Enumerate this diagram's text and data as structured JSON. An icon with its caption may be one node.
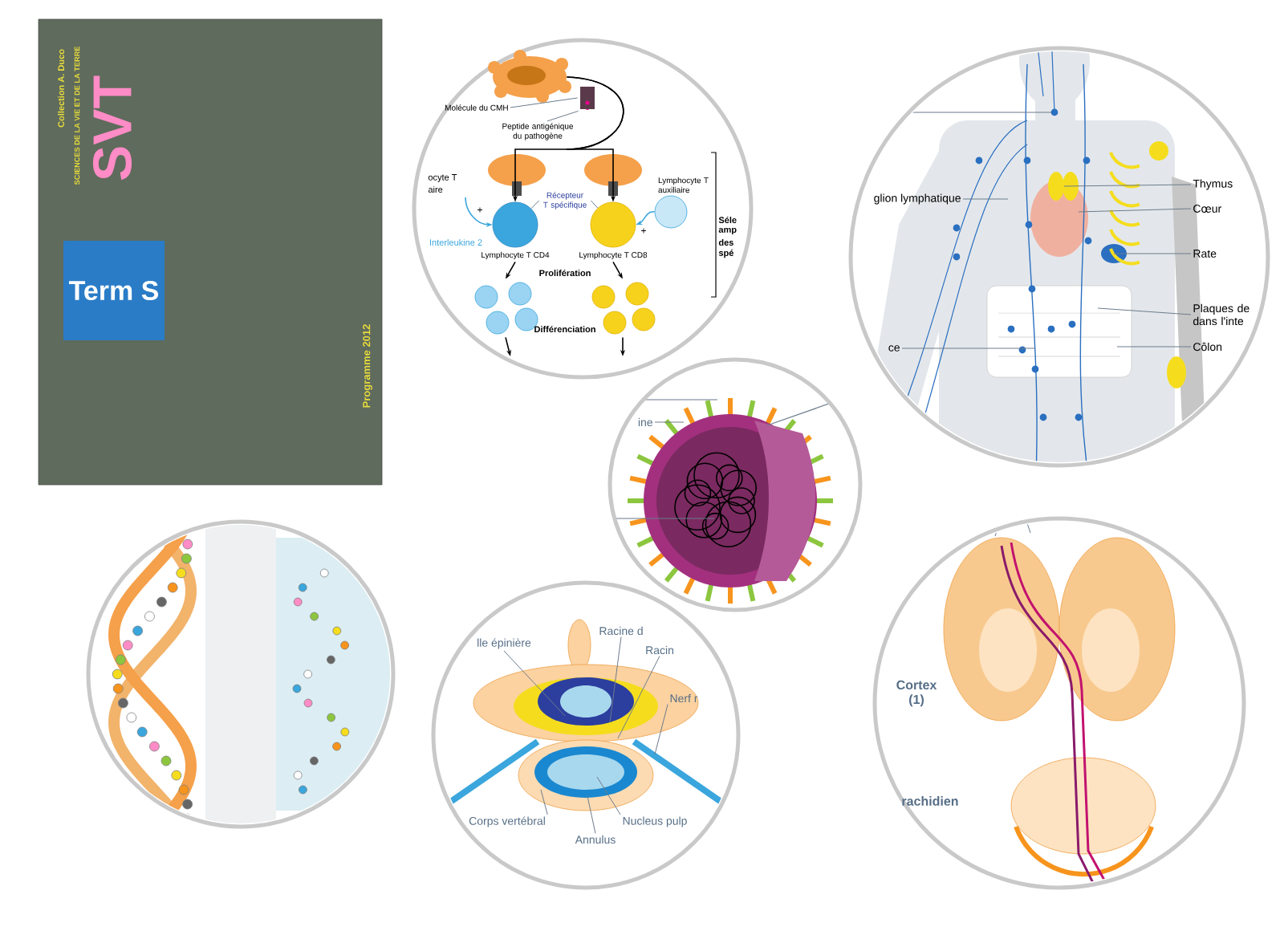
{
  "diagram": {
    "nodes": [
      {
        "text": [
          "Collection A. Duco",
          "SCIENCES DE LA VIE ET DE LA TERRE",
          "SVT",
          "Programme 2012"
        ]
      },
      {
        "text": [
          "Term S"
        ],
        "in": 0
      },
      {
        "text": [],
        "shape": "circle"
      },
      {
        "text": [],
        "shape": "picture",
        "in": 2
      },
      {
        "text": [
          "Molécule du CMH"
        ],
        "in": 2
      },
      {
        "text": [
          "Peptide antigénique du pathogène"
        ],
        "in": 2
      },
      {
        "text": [
          "Récepteur T spécifique"
        ],
        "in": 2
      },
      {
        "text": [],
        "shape": "circle",
        "in": 2,
        "beside": [
          "Lymphocyte T CD4"
        ]
      },
      {
        "text": [],
        "shape": "circle",
        "in": 2,
        "beside": [
          "Lymphocyte T CD8"
        ]
      },
      {
        "text": [],
        "shape": "circle",
        "in": 2,
        "beside": [
          "Lymphocyte T auxiliaire"
        ]
      },
      {
        "text": [],
        "shape": "picture",
        "in": 2
      },
      {
        "text": [],
        "shape": "picture",
        "in": 2
      },
      {
        "text": [],
        "shape": "circle"
      },
      {
        "text": [
          "Thymus"
        ],
        "in": 12
      },
      {
        "text": [
          "Cœur"
        ],
        "in": 12
      },
      {
        "text": [
          "Rate"
        ],
        "in": 12
      },
      {
        "text": [
          "Plaques de dans l'inte"
        ],
        "in": 12
      },
      {
        "text": [
          "Côlon"
        ],
        "in": 12
      },
      {
        "text": [
          "glion lymphatique"
        ],
        "in": 12
      },
      {
        "text": [
          "ce"
        ],
        "in": 12
      },
      {
        "text": [],
        "shape": "circle"
      },
      {
        "text": [
          "ine"
        ],
        "in": 20
      },
      {
        "text": [],
        "shape": "circle"
      },
      {
        "text": [],
        "shape": "circle"
      },
      {
        "text": [
          "lle épinière"
        ],
        "in": 23
      },
      {
        "text": [
          "Racine d"
        ],
        "in": 23
      },
      {
        "text": [
          "Racin"
        ],
        "in": 23
      },
      {
        "text": [
          "Nerf r"
        ],
        "in": 23
      },
      {
        "text": [
          "Corps vertébral"
        ],
        "in": 23
      },
      {
        "text": [
          "Annulus"
        ],
        "in": 23
      },
      {
        "text": [
          "Nucleus pulp"
        ],
        "in": 23
      },
      {
        "text": [],
        "shape": "circle"
      },
      {
        "text": [],
        "shape": "box",
        "in": 2
      }
    ],
    "edges": [
      {
        "from": 3,
        "to": 7,
        "arrow": "to",
        "color": "#000000"
      },
      {
        "from": 3,
        "to": 8,
        "arrow": "to",
        "color": "#000000"
      },
      {
        "from": 9,
        "to": 8,
        "arrow": "to",
        "color": "#3aa6dd"
      },
      {
        "from": null,
        "to": 7,
        "arrow": "to",
        "color": "#3aa6dd"
      },
      {
        "from": 7,
        "to": 10,
        "arrow": "to",
        "color": "#000000"
      },
      {
        "from": 8,
        "to": 11,
        "arrow": "to",
        "color": "#000000"
      },
      {
        "from": 10,
        "to": null,
        "arrow": "to",
        "color": "#000000"
      },
      {
        "from": 11,
        "to": null,
        "arrow": "to",
        "color": "#000000"
      },
      {
        "from": 4,
        "to": 32,
        "arrow": "none"
      },
      {
        "from": 5,
        "to": 32,
        "arrow": "none"
      },
      {
        "from": 6,
        "to": 7,
        "arrow": "none"
      },
      {
        "from": 6,
        "to": 8,
        "arrow": "none"
      },
      {
        "from": 13,
        "to": null,
        "arrow": "none"
      },
      {
        "from": 14,
        "to": null,
        "arrow": "none"
      },
      {
        "from": 15,
        "to": null,
        "arrow": "none"
      },
      {
        "from": 16,
        "to": null,
        "arrow": "none"
      },
      {
        "from": 17,
        "to": null,
        "arrow": "none"
      },
      {
        "from": 18,
        "to": null,
        "arrow": "none"
      },
      {
        "from": 19,
        "to": null,
        "arrow": "none"
      },
      {
        "from": 21,
        "to": null,
        "arrow": "none"
      },
      {
        "from": 24,
        "to": null,
        "arrow": "none"
      },
      {
        "from": 25,
        "to": null,
        "arrow": "none"
      },
      {
        "from": 26,
        "to": null,
        "arrow": "none"
      },
      {
        "from": 27,
        "to": null,
        "arrow": "none"
      },
      {
        "from": 28,
        "to": null,
        "arrow": "none"
      },
      {
        "from": 29,
        "to": null,
        "arrow": "none"
      },
      {
        "from": 30,
        "to": null,
        "arrow": "none"
      }
    ],
    "labels": [
      "Prolifération",
      "Différenciation",
      "Interleukine 2",
      "+",
      "+",
      "ocyte T",
      "aire",
      "Séle",
      "amp",
      "des",
      "spé",
      "Cortex (1)",
      "rachidien"
    ]
  }
}
